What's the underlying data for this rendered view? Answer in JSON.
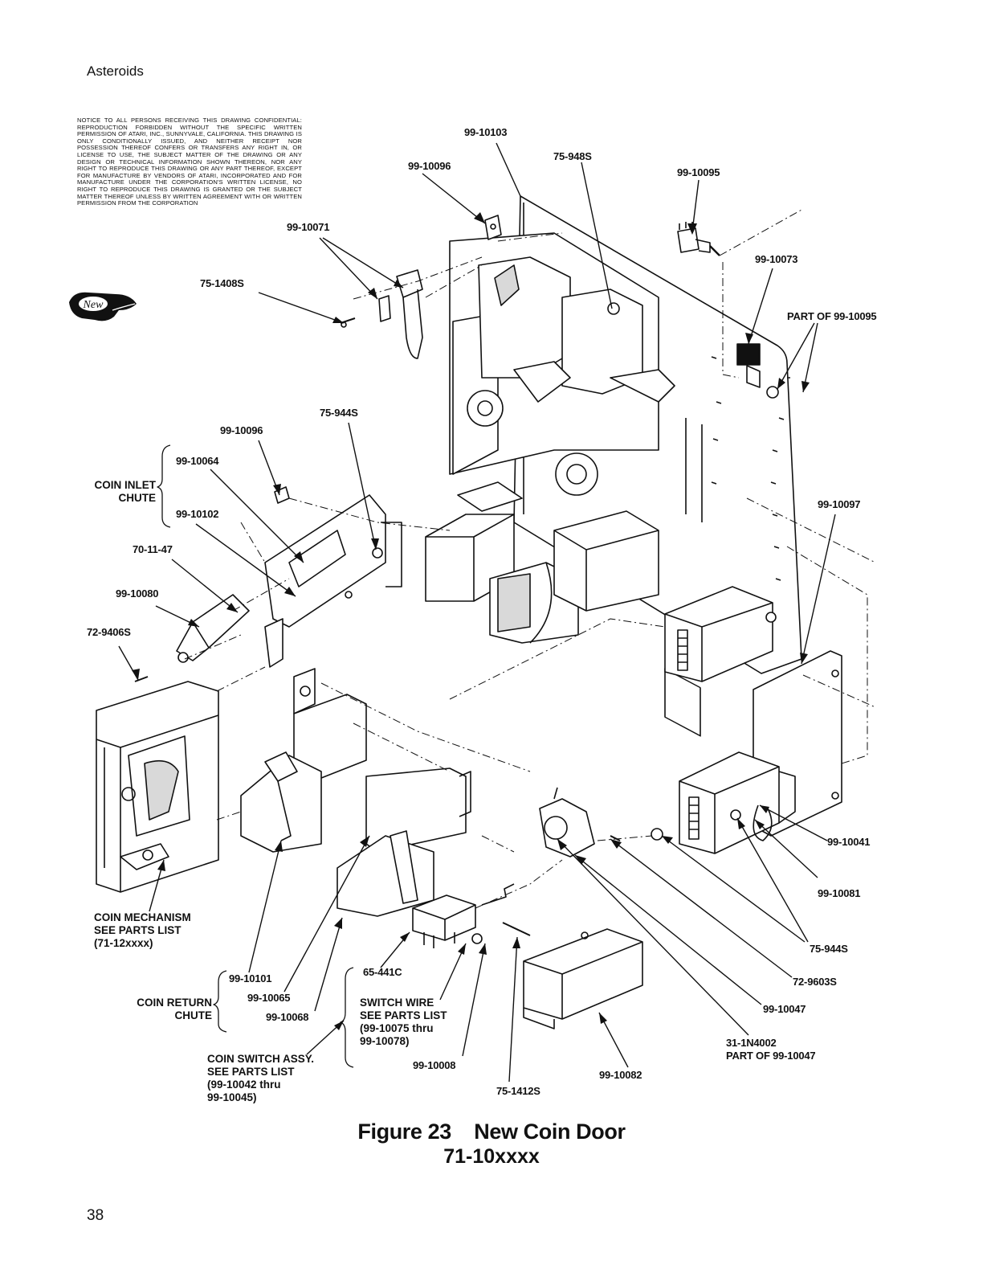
{
  "header": {
    "title": "Asteroids"
  },
  "notice": "NOTICE TO ALL PERSONS RECEIVING THIS DRAWING CONFIDENTIAL: Reproduction forbidden without the specific written permission of Atari, Inc., Sunnyvale, California. This drawing is only conditionally issued, and neither receipt nor possession thereof confers or transfers any right in, or license to use, the subject matter of the drawing or any design or technical information shown thereon, nor any right to reproduce this drawing or any part thereof, except for manufacture by vendors of Atari, Incorporated and for manufacture under the corporation's written license, no right to reproduce this drawing is granted or the subject matter thereof unless by written agreement with or written permission from the corporation",
  "badge": "New",
  "labels": {
    "p99_10103": "99-10103",
    "p75_948S": "75-948S",
    "p99_10096_top": "99-10096",
    "p99_10095": "99-10095",
    "p99_10071": "99-10071",
    "p99_10073": "99-10073",
    "p75_1408S": "75-1408S",
    "part_of_99_10095": "PART OF 99-10095",
    "p75_944S_mid": "75-944S",
    "p99_10096_mid": "99-10096",
    "p99_10064": "99-10064",
    "p99_10102": "99-10102",
    "p99_10097": "99-10097",
    "p70_11_47": "70-11-47",
    "p99_10080": "99-10080",
    "p72_9406S": "72-9406S",
    "p99_10041": "99-10041",
    "p99_10081": "99-10081",
    "p75_944S_low": "75-944S",
    "p72_9603S": "72-9603S",
    "p99_10047": "99-10047",
    "p31_1N4002": "31-1N4002",
    "part_of_99_10047": "PART OF 99-10047",
    "p99_10101": "99-10101",
    "p99_10065": "99-10065",
    "p99_10068": "99-10068",
    "p65_441C": "65-441C",
    "p99_10008": "99-10008",
    "p75_1412S": "75-1412S",
    "p99_10082": "99-10082"
  },
  "groups": {
    "coin_inlet_1": "COIN INLET",
    "coin_inlet_2": "CHUTE",
    "coin_mech_1": "COIN MECHANISM",
    "coin_mech_2": "SEE PARTS LIST",
    "coin_mech_3": "(71-12xxxx)",
    "coin_return_1": "COIN RETURN",
    "coin_return_2": "CHUTE",
    "switch_wire_1": "SWITCH WIRE",
    "switch_wire_2": "SEE PARTS LIST",
    "switch_wire_3": "(99-10075 thru",
    "switch_wire_4": "99-10078)",
    "coin_switch_1": "COIN SWITCH ASSY.",
    "coin_switch_2": "SEE PARTS LIST",
    "coin_switch_3": "(99-10042 thru",
    "coin_switch_4": "99-10045)"
  },
  "figure": {
    "title": "Figure 23    New Coin Door",
    "subtitle": "71-10xxxx"
  },
  "page_number": "38",
  "colors": {
    "ink": "#111111",
    "paper": "#ffffff",
    "shade": "#d9d9d9"
  }
}
